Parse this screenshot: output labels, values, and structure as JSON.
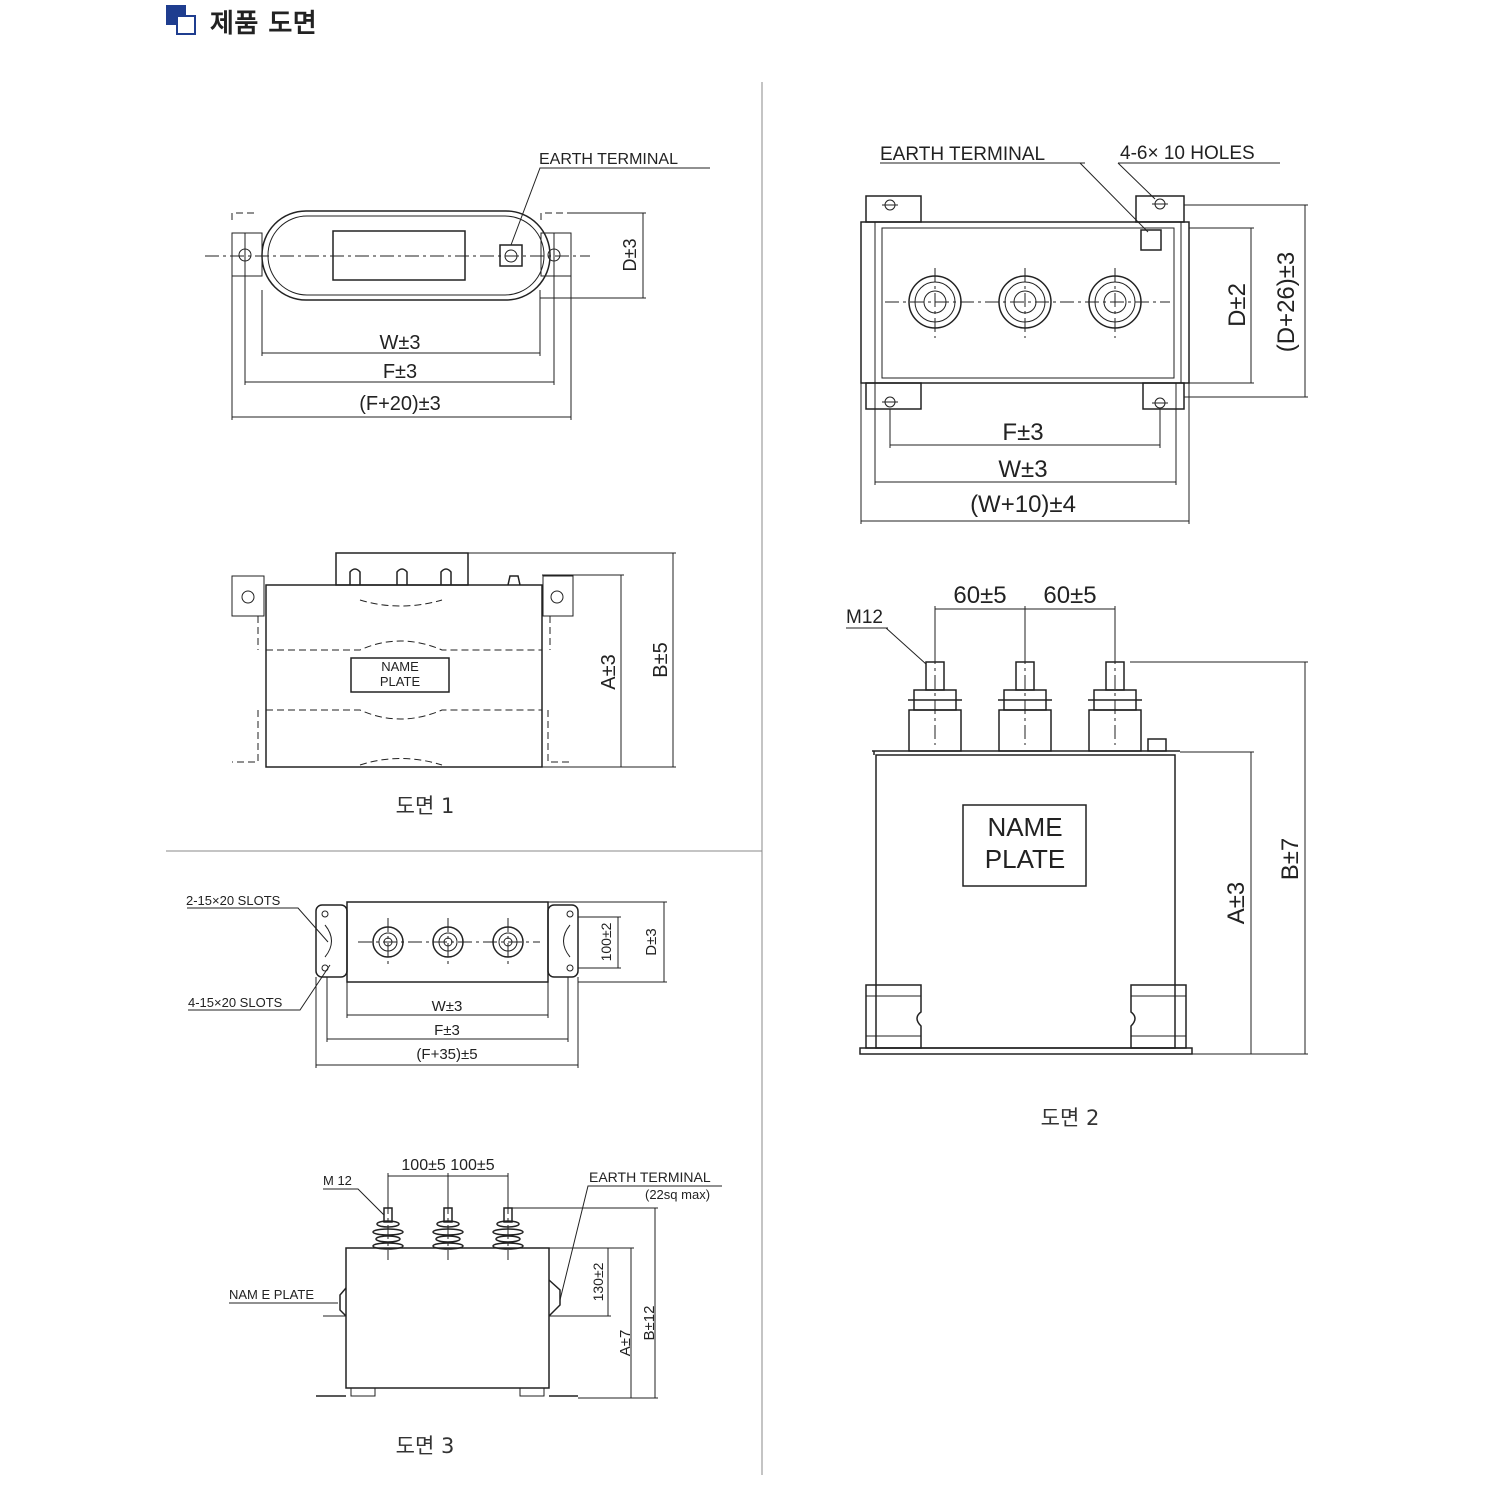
{
  "header": {
    "title": "제품 도면"
  },
  "drawing1": {
    "caption": "도면 1",
    "earth_terminal": "EARTH  TERMINAL",
    "dim_d": "D±3",
    "dim_w": "W±3",
    "dim_f": "F±3",
    "dim_f20": "(F+20)±3",
    "name_plate_1": "NAME",
    "name_plate_2": "PLATE",
    "dim_a": "A±3",
    "dim_b": "B±5"
  },
  "drawing2": {
    "caption": "도면 2",
    "earth_terminal": "EARTH TERMINAL",
    "holes": "4-6× 10 HOLES",
    "dim_d": "D±2",
    "dim_d26": "(D+26)±3",
    "dim_f": "F±3",
    "dim_w": "W±3",
    "dim_w10": "(W+10)±4",
    "m12": "M12",
    "pitch_1": "60±5",
    "pitch_2": "60±5",
    "name_plate_1": "NAME",
    "name_plate_2": "PLATE",
    "dim_a": "A±3",
    "dim_b": "B±7"
  },
  "drawing3": {
    "caption": "도면 3",
    "slots_top": "2-15×20 SLOTS",
    "slots_bottom": "4-15×20 SLOTS",
    "dim_100": "100±2",
    "dim_d": "D±3",
    "dim_w": "W±3",
    "dim_f": "F±3",
    "dim_f35": "(F+35)±5",
    "m12": "M 12",
    "pitch": "100±5  100±5",
    "earth_terminal": "EARTH TERMINAL",
    "earth_note": "(22sq max)",
    "name_plate": "NAM E PLATE",
    "dim_130": "130±2",
    "dim_a": "A±7",
    "dim_b": "B±12"
  }
}
